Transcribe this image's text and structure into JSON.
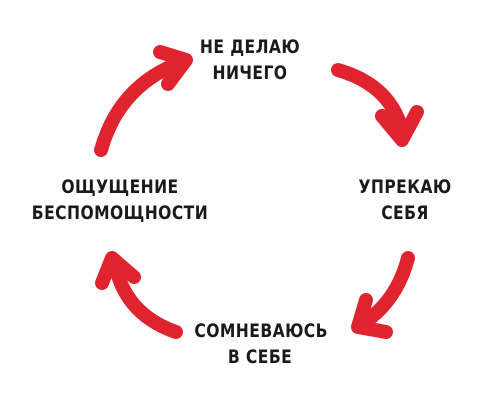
{
  "diagram": {
    "type": "cycle",
    "accent_color": "#e0242f",
    "text_color": "#1a1a1a",
    "arrow_icon": "curved-arrow-icon",
    "nodes": [
      {
        "id": "top",
        "lines": [
          "НЕ ДЕЛАЮ",
          "НИЧЕГО"
        ]
      },
      {
        "id": "right",
        "lines": [
          "УПРЕКАЮ",
          "СЕБЯ"
        ]
      },
      {
        "id": "bottom",
        "lines": [
          "СОМНЕВАЮСЬ",
          "В СЕБЕ"
        ]
      },
      {
        "id": "left",
        "lines": [
          "ОЩУЩЕНИЕ",
          "БЕСПОМОЩНОСТИ"
        ]
      }
    ],
    "edges": [
      {
        "from": "top",
        "to": "right"
      },
      {
        "from": "right",
        "to": "bottom"
      },
      {
        "from": "bottom",
        "to": "left"
      },
      {
        "from": "left",
        "to": "top"
      }
    ]
  }
}
